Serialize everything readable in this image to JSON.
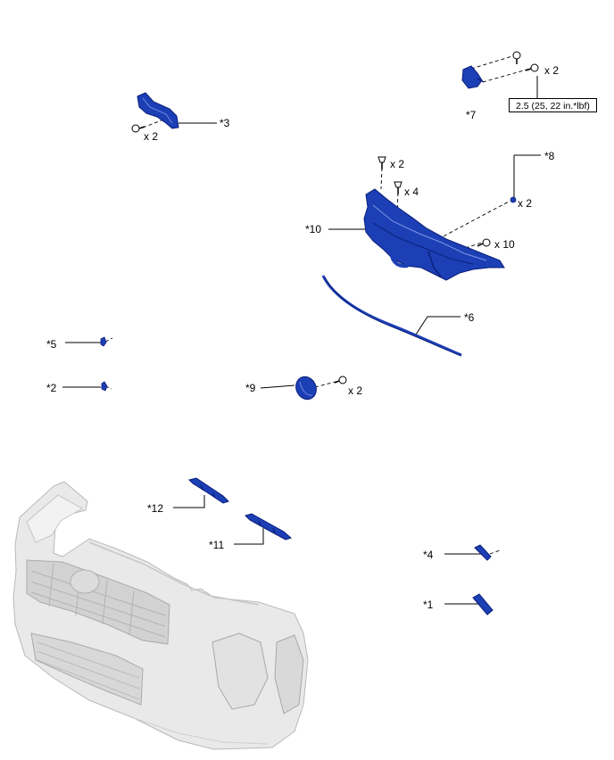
{
  "colors": {
    "part_fill": "#1c3fb5",
    "part_dark": "#0b1f7a",
    "bumper_fill": "#e9e9e9",
    "bumper_shade": "#c9c9c9",
    "line": "#000000"
  },
  "callouts": {
    "c1": "*1",
    "c2": "*2",
    "c3": "*3",
    "c4": "*4",
    "c5": "*5",
    "c6": "*6",
    "c7": "*7",
    "c8": "*8",
    "c9": "*9",
    "c10": "*10",
    "c11": "*11",
    "c12": "*12"
  },
  "quantities": {
    "q3_bolt": "x 2",
    "q7_bolt": "x 2",
    "q10_clip_top": "x 2",
    "q10_clip_mid": "x 4",
    "q8_clip": "x 2",
    "q10_screw": "x 10",
    "q9_screw": "x 2"
  },
  "torque": {
    "spec": "2.5 (25, 22 in.*lbf)"
  },
  "icons": [
    "bolt-icon",
    "clip-icon",
    "screw-icon"
  ]
}
